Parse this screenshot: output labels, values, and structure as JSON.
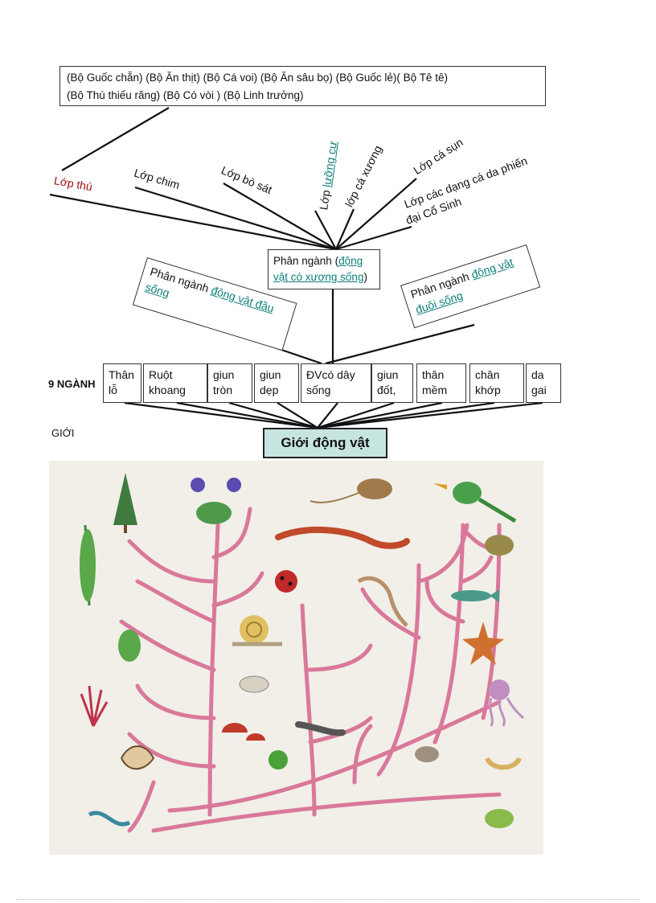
{
  "orders": {
    "line1": "(Bộ Guốc chẵn) (Bộ Ăn thịt) (Bộ Cá voi) (Bộ Ăn sâu bọ) (Bộ Guốc lẻ)( Bộ Tê tê)",
    "line2": "(Bộ Thú thiếu răng) (Bộ Có vòi ) (Bộ Linh trưởng)"
  },
  "classes": {
    "mammals": "Lớp thú",
    "birds": "Lớp chim",
    "reptiles": "Lớp bò sát",
    "amphibians_prefix": "Lớp ",
    "amphibians_link": "lưỡng cư",
    "bony_fish": "lớp cá xương",
    "cartilaginous_fish": "Lớp cá sụn",
    "placoderms_line1": "Lớp các dạng cá da phiến",
    "placoderms_line2": "đại Cổ Sinh"
  },
  "subphyla": {
    "vertebrata_prefix": "Phân ngành (",
    "vertebrata_link": "động vật có xương sống",
    "vertebrata_suffix": ")",
    "cephalochordata_prefix": "Phân ngành ",
    "cephalochordata_link": "động vật đầu sống",
    "urochordata_prefix": "Phân ngành ",
    "urochordata_link": "động vật đuôi sống"
  },
  "phyla_label": "9 NGÀNH",
  "phyla": [
    {
      "line1": "Thân",
      "line2": "lỗ"
    },
    {
      "line1": "Ruột",
      "line2": "khoang"
    },
    {
      "line1": "giun",
      "line2": "tròn"
    },
    {
      "line1": "giun",
      "line2": "dẹp"
    },
    {
      "line1": "ĐVcó dây",
      "line2": "sống"
    },
    {
      "line1": "giun",
      "line2": "đốt,"
    },
    {
      "line1": "thân",
      "line2": "mềm"
    },
    {
      "line1": "chân",
      "line2": "khớp"
    },
    {
      "line1": "da",
      "line2": "gai"
    }
  ],
  "kingdom_label": "GIỚI",
  "kingdom": "Giới động vật",
  "colors": {
    "branch": "#d9789a",
    "kingdom_box": "#c6e4e0",
    "mammal_label": "#a01010",
    "link": "#0d7f7a"
  }
}
